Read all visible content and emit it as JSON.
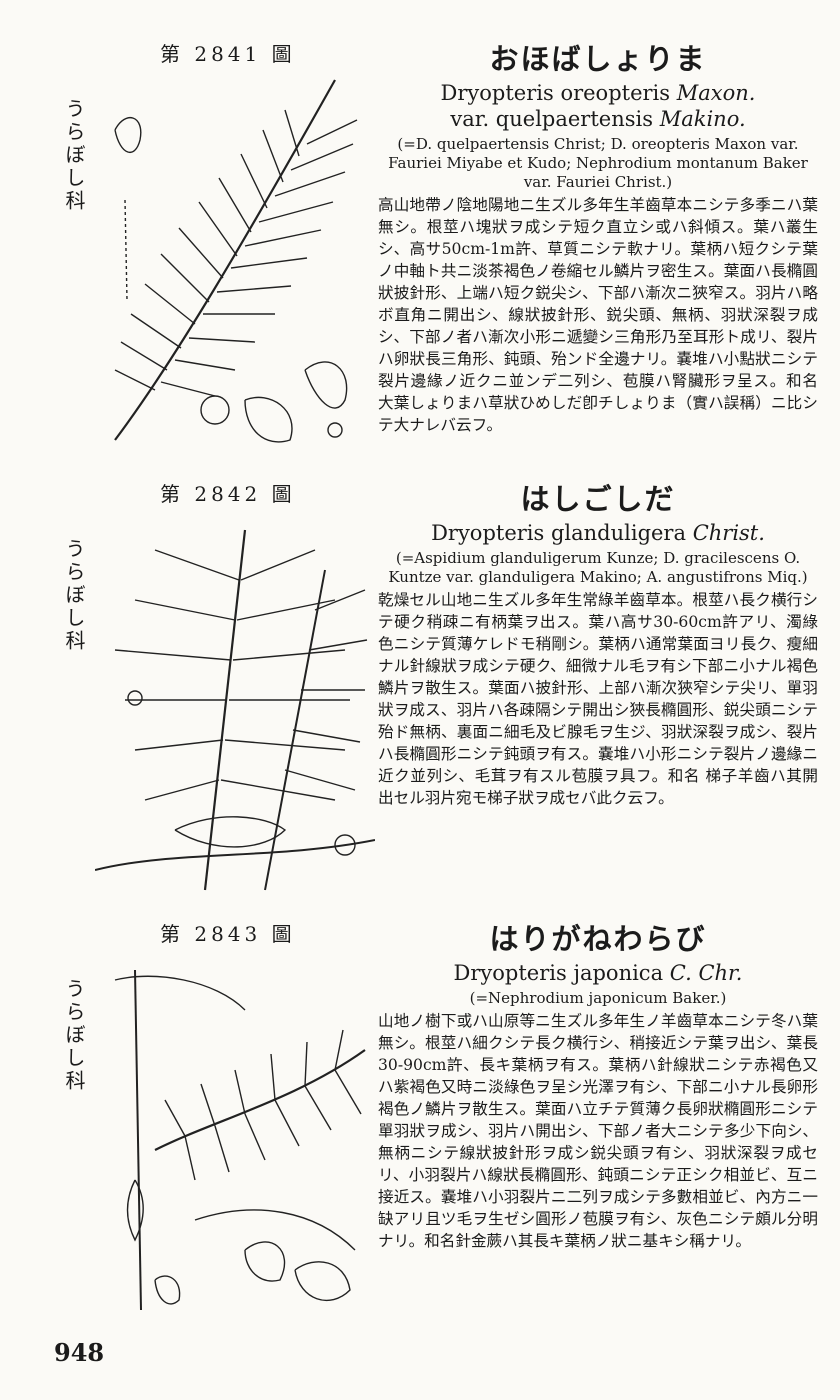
{
  "page_number": "948",
  "entries": [
    {
      "figure": "第 2841 圖",
      "family": "うらぼし科",
      "jname": "おほばしょりま",
      "latin1": "Dryopteris oreopteris",
      "latin1_author": "Maxon.",
      "latin2": "var. quelpaertensis",
      "latin2_author": "Makino.",
      "synonyms": "(=D. quelpaertensis Christ; D. oreopteris Maxon var. Fauriei Miyabe et Kudo; Nephrodium montanum Baker var. Fauriei Christ.)",
      "description": "高山地帶ノ陰地陽地ニ生ズル多年生羊齒草本ニシテ多季ニハ葉無シ。根莖ハ塊狀ヲ成シテ短ク直立シ或ハ斜傾ス。葉ハ叢生シ、高サ50cm-1m許、草質ニシテ軟ナリ。葉柄ハ短クシテ葉ノ中軸ト共ニ淡茶褐色ノ卷縮セル鱗片ヲ密生ス。葉面ハ長橢圓狀披針形、上端ハ短ク鋭尖シ、下部ハ漸次ニ狹窄ス。羽片ハ略ボ直角ニ開出シ、線狀披針形、鋭尖頭、無柄、羽狀深裂ヲ成シ、下部ノ者ハ漸次小形ニ遞變シ三角形乃至耳形ト成リ、裂片ハ卵狀長三角形、鈍頭、殆ンド全邊ナリ。嚢堆ハ小點狀ニシテ裂片邊緣ノ近クニ並ンデ二列シ、苞膜ハ腎臟形ヲ呈ス。和名 大葉しょりまハ草狀ひめしだ卽チしょりま（實ハ誤稱）ニ比シテ大ナレバ云フ。"
    },
    {
      "figure": "第 2842 圖",
      "family": "うらぼし科",
      "jname": "はしごしだ",
      "latin1": "Dryopteris glanduligera",
      "latin1_author": "Christ.",
      "latin2": "",
      "latin2_author": "",
      "synonyms": "(=Aspidium glanduligerum Kunze; D. gracilescens O. Kuntze var. glanduligera Makino; A. angustifrons Miq.)",
      "description": "乾燥セル山地ニ生ズル多年生常綠羊齒草本。根莖ハ長ク横行シテ硬ク稍疎ニ有柄葉ヲ出ス。葉ハ高サ30-60cm許アリ、濁綠色ニシテ質薄ケレドモ稍剛シ。葉柄ハ通常葉面ヨリ長ク、瘦細ナル針線狀ヲ成シテ硬ク、細微ナル毛ヲ有シ下部ニ小ナル褐色鱗片ヲ散生ス。葉面ハ披針形、上部ハ漸次狹窄シテ尖リ、單羽狀ヲ成ス、羽片ハ各疎隔シテ開出シ狹長橢圓形、鋭尖頭ニシテ殆ド無柄、裏面ニ細毛及ビ腺毛ヲ生ジ、羽狀深裂ヲ成シ、裂片ハ長橢圓形ニシテ鈍頭ヲ有ス。嚢堆ハ小形ニシテ裂片ノ邊緣ニ近ク並列シ、毛茸ヲ有スル苞膜ヲ具フ。和名 梯子羊齒ハ其開出セル羽片宛モ梯子狀ヲ成セバ此ク云フ。"
    },
    {
      "figure": "第 2843 圖",
      "family": "うらぼし科",
      "jname": "はりがねわらび",
      "latin1": "Dryopteris japonica",
      "latin1_author": "C. Chr.",
      "latin2": "",
      "latin2_author": "",
      "synonyms": "(=Nephrodium japonicum Baker.)",
      "description": "山地ノ樹下或ハ山原等ニ生ズル多年生ノ羊齒草本ニシテ冬ハ葉無シ。根莖ハ細クシテ長ク横行シ、稍接近シテ葉ヲ出シ、葉長30-90cm許、長キ葉柄ヲ有ス。葉柄ハ針線狀ニシテ赤褐色又ハ紫褐色又時ニ淡綠色ヲ呈シ光澤ヲ有シ、下部ニ小ナル長卵形褐色ノ鱗片ヲ散生ス。葉面ハ立チテ質薄ク長卵狀橢圓形ニシテ單羽狀ヲ成シ、羽片ハ開出シ、下部ノ者大ニシテ多少下向シ、無柄ニシテ線狀披針形ヲ成シ鋭尖頭ヲ有シ、羽狀深裂ヲ成セリ、小羽裂片ハ線狀長橢圓形、鈍頭ニシテ正シク相並ビ、互ニ接近ス。嚢堆ハ小羽裂片ニ二列ヲ成シテ多數相並ビ、內方ニ一缺アリ且ツ毛ヲ生ゼシ圓形ノ苞膜ヲ有シ、灰色ニシテ頗ル分明ナリ。和名針金蕨ハ其長キ葉柄ノ狀ニ基キシ稱ナリ。"
    }
  ]
}
